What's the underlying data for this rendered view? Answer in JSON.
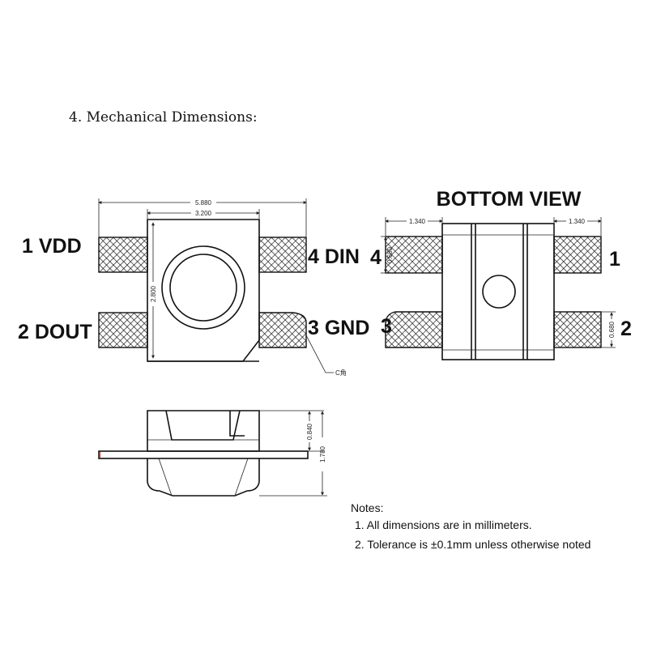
{
  "section_title": "4. Mechanical Dimensions:",
  "top_view": {
    "dim_overall": "5.880",
    "dim_body": "3.200",
    "dim_height": "2.800",
    "pins": {
      "p1": "1 VDD",
      "p2": "2 DOUT",
      "p3": "3 GND",
      "p4": "4 DIN"
    },
    "chamfer_label": "C角"
  },
  "bottom_view": {
    "title": "BOTTOM VIEW",
    "dim_left": "1.340",
    "dim_right": "1.340",
    "dim_pad_left": "0.680",
    "dim_pad_right": "0.680",
    "pin_numbers": {
      "left_top": "4",
      "left_bottom": "3",
      "right_top": "1",
      "right_bottom": "2"
    }
  },
  "side_view": {
    "dim_lens": "0.840",
    "dim_total": "1.780"
  },
  "notes": {
    "title": "Notes:",
    "items": [
      "1. All dimensions are in millimeters.",
      "2. Tolerance is ±0.1mm unless otherwise noted"
    ]
  }
}
